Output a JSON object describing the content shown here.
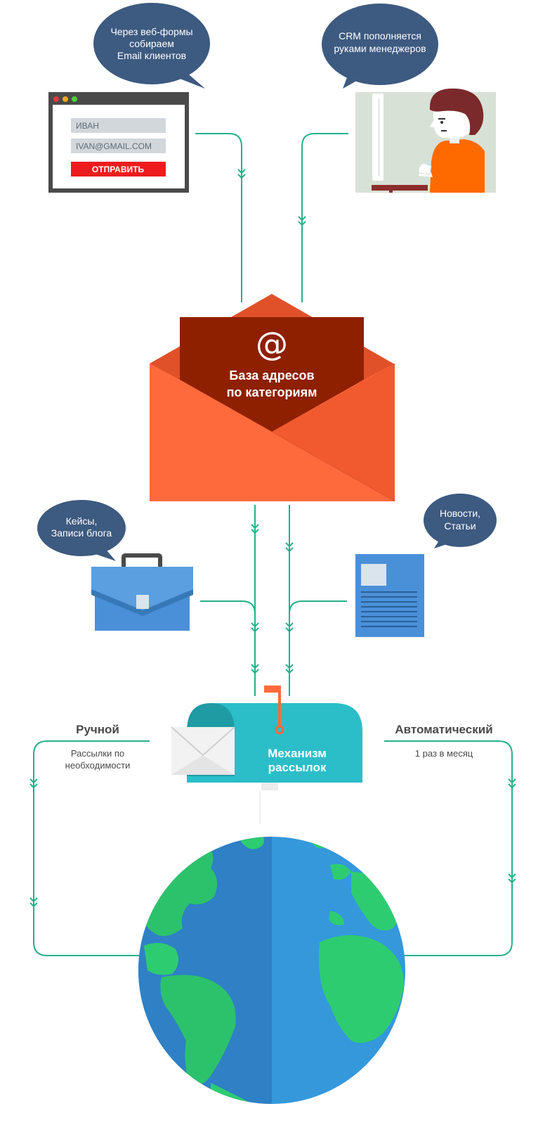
{
  "colors": {
    "line": "#26b08a",
    "bubble": "#3d5a80",
    "envelope": "#ff6a3d",
    "envelope_dark": "#8e2000",
    "mailbox": "#2bbec8",
    "globe_ocean": "#2f80c5",
    "globe_land": "#2ecc71"
  },
  "bubbles": {
    "webforms": [
      "Через веб-формы",
      "собираем",
      "Email клиентов"
    ],
    "crm": [
      "CRM пополняется",
      "руками менеджеров"
    ],
    "cases": [
      "Кейсы,",
      "Записи блога"
    ],
    "news": [
      "Новости,",
      "Статьи"
    ]
  },
  "form": {
    "name_value": "ИВАН",
    "email_value": "IVAN@GMAIL.COM",
    "submit_label": "ОТПРАВИТЬ"
  },
  "envelope": {
    "symbol": "@",
    "title_lines": [
      "База адресов",
      "по категориям"
    ]
  },
  "mailbox": {
    "title_lines": [
      "Механизм",
      "рассылок"
    ]
  },
  "manual": {
    "title": "Ручной",
    "sub_lines": [
      "Рассылки по",
      "необходимости"
    ]
  },
  "auto": {
    "title": "Автоматический",
    "sub": "1 раз в месяц"
  },
  "icons": [
    "browser-window-icon",
    "person-at-computer-icon",
    "envelope-icon",
    "briefcase-icon",
    "document-icon",
    "mailbox-icon",
    "globe-icon"
  ]
}
